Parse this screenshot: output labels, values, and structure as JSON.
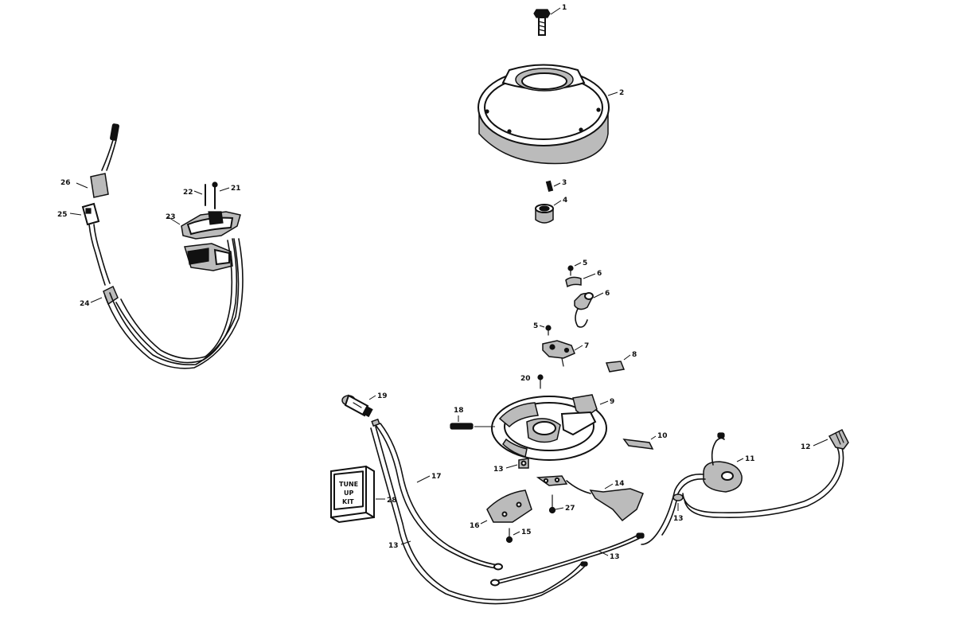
{
  "callouts": {
    "c1": "1",
    "c2": "2",
    "c3": "3",
    "c4": "4",
    "c5a": "5",
    "c5b": "5",
    "c6a": "6",
    "c6b": "6",
    "c7": "7",
    "c8": "8",
    "c9": "9",
    "c10": "10",
    "c11": "11",
    "c12": "12",
    "c13a": "13",
    "c13b": "13",
    "c13c": "13",
    "c13d": "13",
    "c14": "14",
    "c15": "15",
    "c16": "16",
    "c17": "17",
    "c18": "18",
    "c19": "19",
    "c20": "20",
    "c21": "21",
    "c22": "22",
    "c23": "23",
    "c24": "24",
    "c25": "25",
    "c26": "26",
    "c27": "27",
    "c28": "28"
  },
  "tune_up_kit": {
    "line1": "TUNE",
    "line2": "UP",
    "line3": "KIT"
  }
}
